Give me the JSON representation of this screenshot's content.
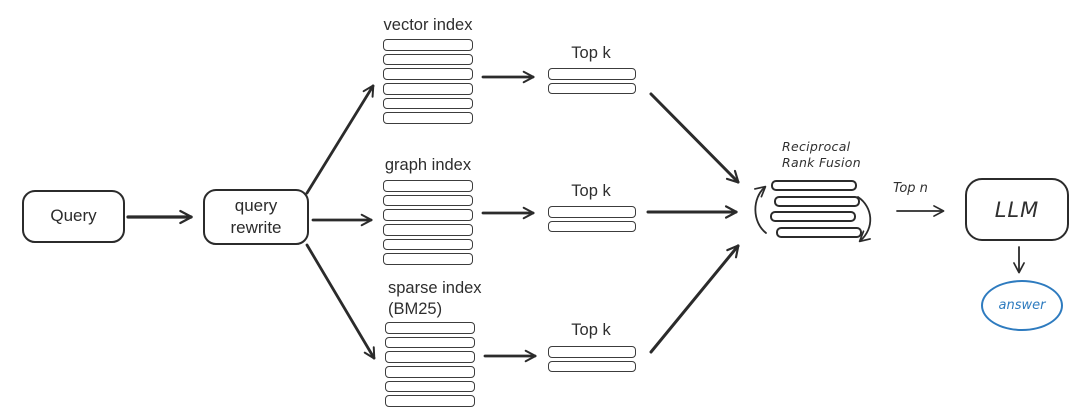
{
  "diagram": {
    "colors": {
      "ink": "#2b2b2b",
      "answer_blue": "#2e7bbf",
      "background": "#ffffff"
    },
    "query": {
      "label": "Query"
    },
    "query_rewrite": {
      "label": "query rewrite"
    },
    "indexes": {
      "vector": {
        "label": "vector index",
        "rows": 6
      },
      "graph": {
        "label": "graph index",
        "rows": 6
      },
      "sparse": {
        "label": "sparse index",
        "sublabel": "(BM25)",
        "rows": 6
      }
    },
    "top_k": {
      "vector": {
        "label": "Top k",
        "rows": 2
      },
      "graph": {
        "label": "Top k",
        "rows": 2
      },
      "sparse": {
        "label": "Top k",
        "rows": 2
      }
    },
    "fusion": {
      "label_line1": "Reciprocal",
      "label_line2": "Rank Fusion",
      "rows": 4
    },
    "top_n": {
      "label": "Top n"
    },
    "llm": {
      "label": "LLM"
    },
    "answer": {
      "label": "answer"
    }
  }
}
